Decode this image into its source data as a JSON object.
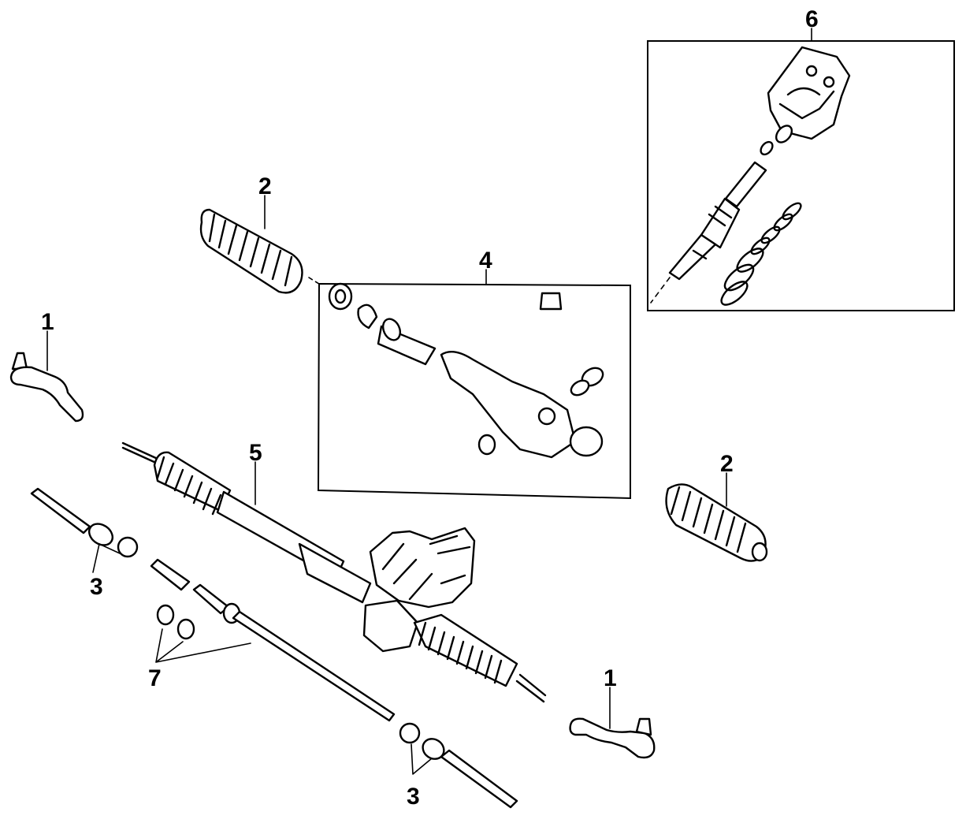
{
  "callouts": [
    {
      "id": "1-left",
      "label": "1"
    },
    {
      "id": "1-right",
      "label": "1"
    },
    {
      "id": "2-top",
      "label": "2"
    },
    {
      "id": "2-right",
      "label": "2"
    },
    {
      "id": "3-left",
      "label": "3"
    },
    {
      "id": "3-bottom",
      "label": "3"
    },
    {
      "id": "4",
      "label": "4"
    },
    {
      "id": "5",
      "label": "5"
    },
    {
      "id": "6",
      "label": "6"
    },
    {
      "id": "7",
      "label": "7"
    }
  ],
  "colors": {
    "ink": "#000000",
    "paper": "#ffffff"
  }
}
